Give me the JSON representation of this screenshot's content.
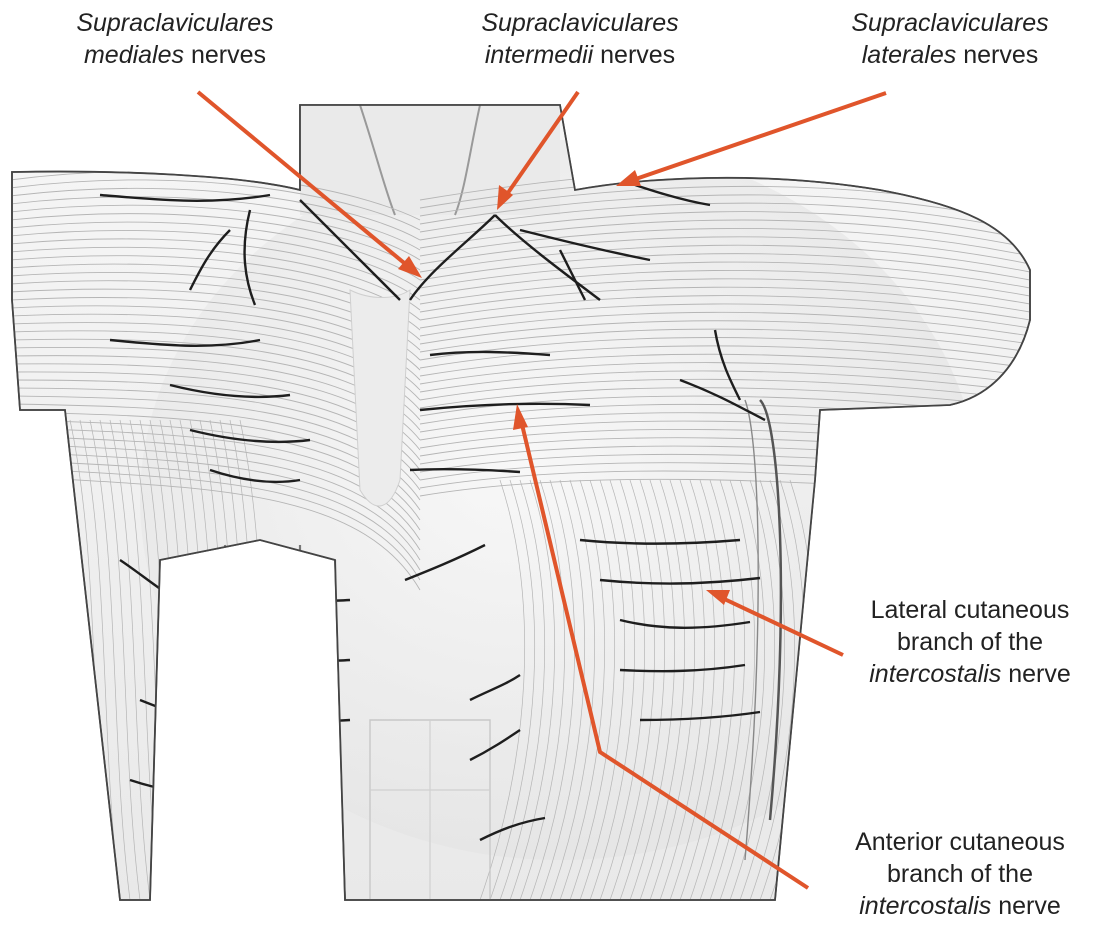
{
  "labels": {
    "supraclav_medial": {
      "italic": "Supraclaviculares",
      "italic2": "mediales",
      "tail": " nerves"
    },
    "supraclav_intermed": {
      "italic": "Supraclaviculares",
      "italic2": "intermedii",
      "tail": " nerves"
    },
    "supraclav_lateral": {
      "italic": "Supraclaviculares",
      "italic2": "laterales",
      "tail": " nerves"
    },
    "lateral_cutaneous": {
      "line1": "Lateral cutaneous",
      "line2": "branch of the",
      "italic": "intercostalis",
      "tail": " nerve"
    },
    "anterior_cutaneous": {
      "line1": "Anterior cutaneous",
      "line2": "branch of the",
      "italic": "intercostalis",
      "tail": " nerve"
    }
  },
  "colors": {
    "pointer": "#e0552b",
    "skin": "#f2f2f2",
    "muscle_line": "#b5b5b5",
    "nerve": "#1e1e1e",
    "text": "#222222"
  }
}
